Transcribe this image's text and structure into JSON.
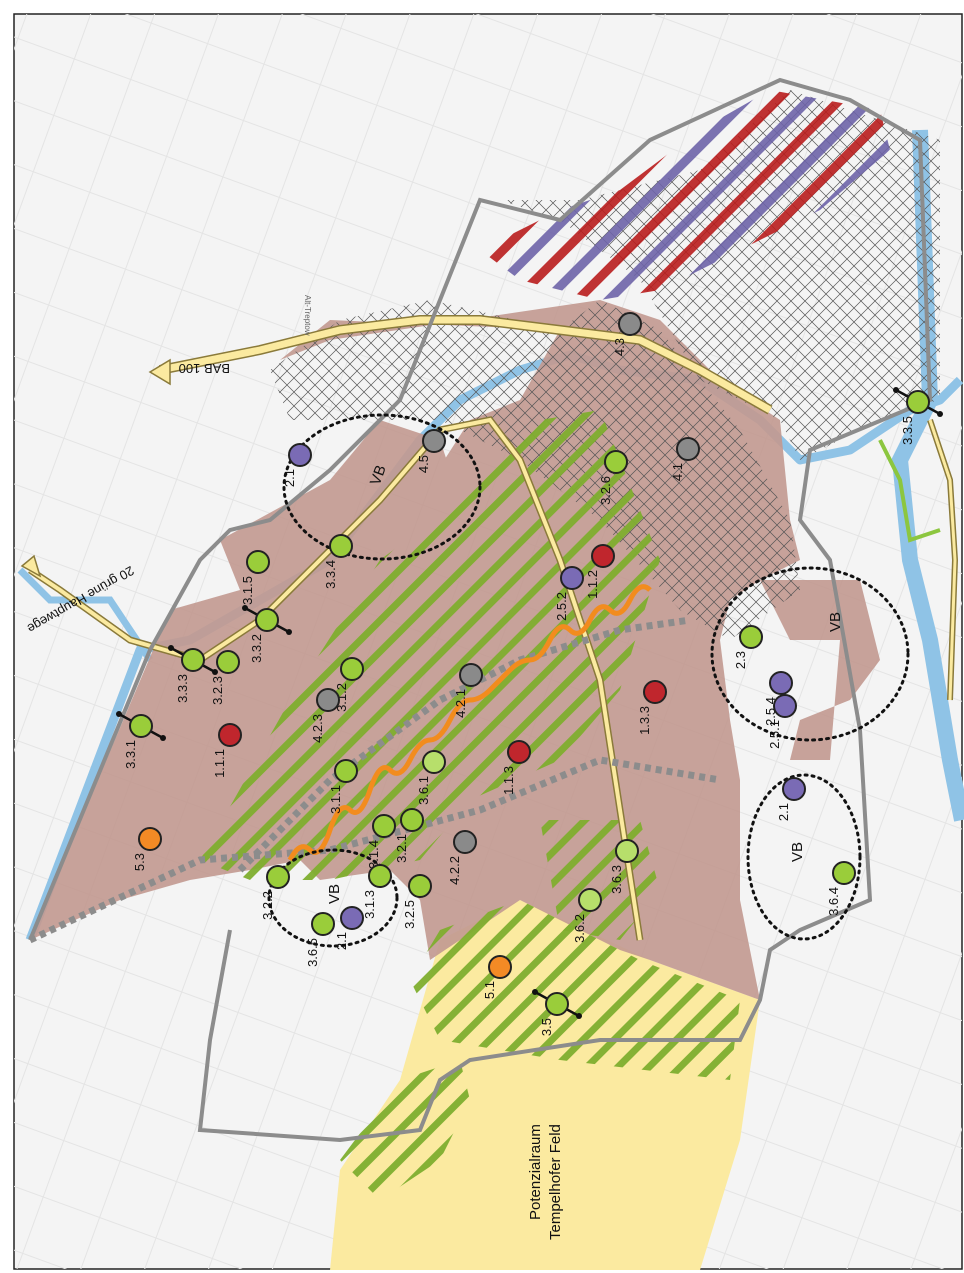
{
  "map": {
    "labels": {
      "bab100": "BAB 100",
      "hauptwege": "20 grüne Hauptwege",
      "potenzialraum_line1": "Potenzialraum",
      "potenzialraum_line2": "Tempelhofer Feld",
      "vb": "VB",
      "alt_treptow": "Alt-Treptow"
    },
    "colors": {
      "mixed_use_area": "#c29a91",
      "green_hatch": "#7fae2f",
      "residential_red_hatch": "#b91c1c",
      "residential_purple_hatch": "#6d63a8",
      "water": "#8fc3e6",
      "potential_area_yellow": "#fbeaa0",
      "boundary_grey": "#8c8c8c",
      "orange_path": "#f28c1e",
      "green_marker": "#9acd3a",
      "red_marker": "#c0262d",
      "purple_marker": "#7a6bb5",
      "grey_marker": "#8a8a8a",
      "orange_marker": "#f38a25"
    },
    "markers": [
      {
        "id": "3.3.1",
        "type": "green",
        "arrows": true
      },
      {
        "id": "1.1.1",
        "type": "red"
      },
      {
        "id": "3.3.3",
        "type": "green",
        "arrows": true
      },
      {
        "id": "3.2.3",
        "type": "green"
      },
      {
        "id": "3.3.2",
        "type": "green",
        "arrows": true
      },
      {
        "id": "3.1.5",
        "type": "green"
      },
      {
        "id": "3.3.4",
        "type": "green"
      },
      {
        "id": "2.1",
        "type": "purple"
      },
      {
        "id": "4.5",
        "type": "grey"
      },
      {
        "id": "4.3",
        "type": "grey"
      },
      {
        "id": "4.1",
        "type": "grey"
      },
      {
        "id": "3.2.6",
        "type": "green"
      },
      {
        "id": "2.5.2",
        "type": "purple"
      },
      {
        "id": "1.1.2",
        "type": "red"
      },
      {
        "id": "3.1.2",
        "type": "green"
      },
      {
        "id": "4.2.3",
        "type": "grey"
      },
      {
        "id": "4.2.1",
        "type": "grey"
      },
      {
        "id": "1.1.3",
        "type": "red"
      },
      {
        "id": "1.3.3",
        "type": "red"
      },
      {
        "id": "3.1.1",
        "type": "green"
      },
      {
        "id": "3.6.1",
        "type": "green-light"
      },
      {
        "id": "3.1.4",
        "type": "green"
      },
      {
        "id": "3.2.1",
        "type": "green"
      },
      {
        "id": "4.2.2",
        "type": "grey"
      },
      {
        "id": "5.3",
        "type": "orange"
      },
      {
        "id": "3.2.2",
        "type": "green"
      },
      {
        "id": "3.1.3",
        "type": "green"
      },
      {
        "id": "3.2.5",
        "type": "green"
      },
      {
        "id": "3.6.5",
        "type": "green"
      },
      {
        "id": "2.1",
        "type": "purple"
      },
      {
        "id": "3.6.2",
        "type": "green-light"
      },
      {
        "id": "3.6.3",
        "type": "green-light"
      },
      {
        "id": "5.1",
        "type": "orange"
      },
      {
        "id": "3.5",
        "type": "green",
        "arrows": true
      },
      {
        "id": "2.3",
        "type": "green"
      },
      {
        "id": "2.5.4",
        "type": "purple"
      },
      {
        "id": "2.5.1",
        "type": "purple"
      },
      {
        "id": "2.1",
        "type": "purple"
      },
      {
        "id": "3.6.4",
        "type": "green"
      },
      {
        "id": "3.3.5",
        "type": "green",
        "arrows": true
      }
    ]
  }
}
